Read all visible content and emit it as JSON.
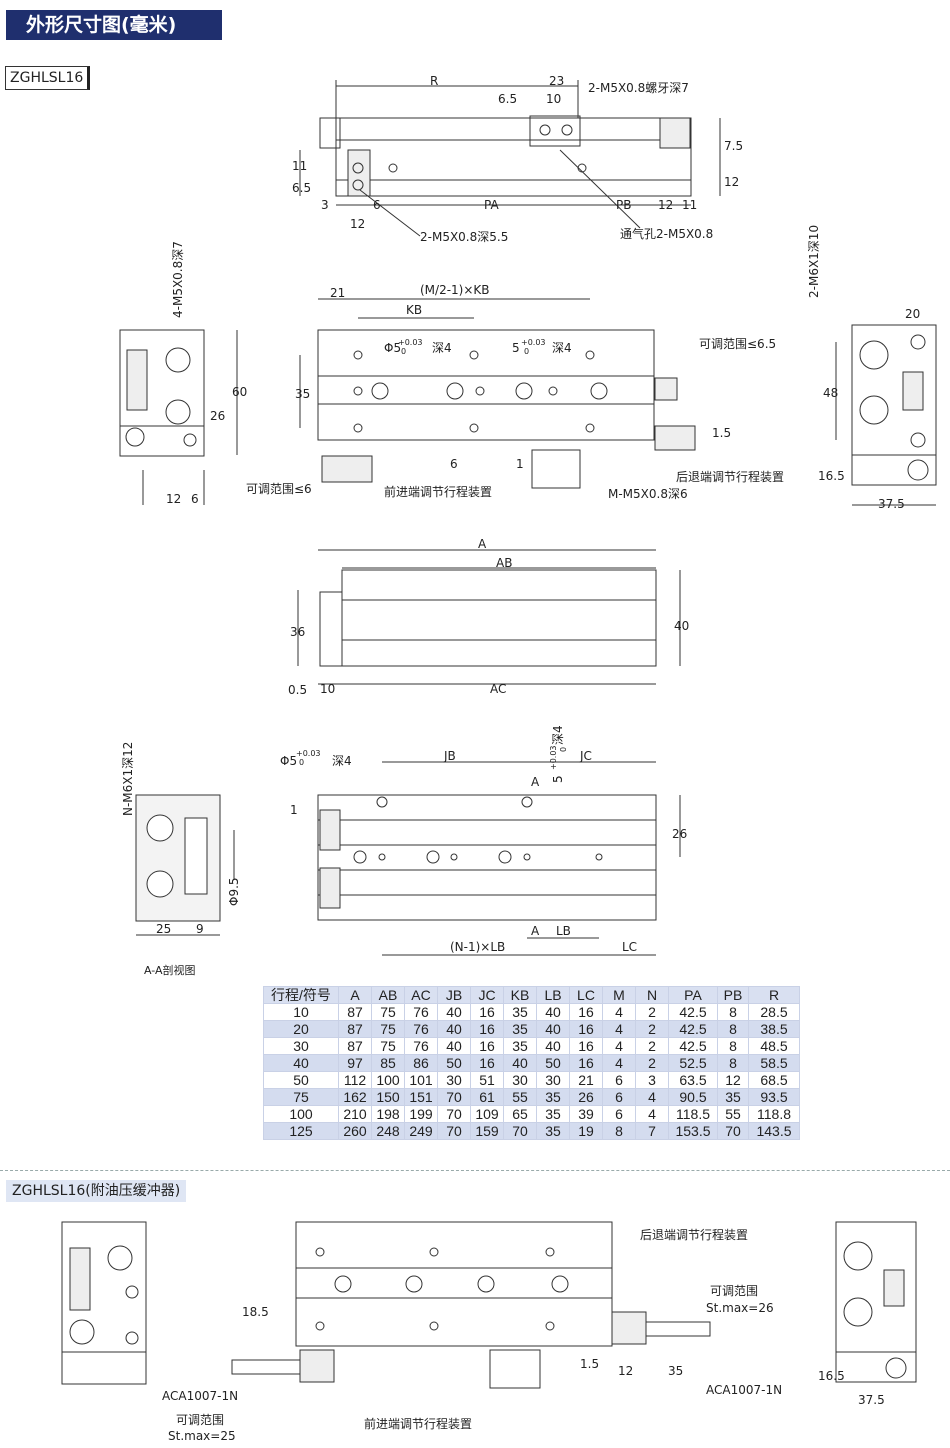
{
  "header": {
    "title": "外形尺寸图(毫米)",
    "model": "ZGHLSL16"
  },
  "section2": {
    "title": "ZGHLSL16(附油压缓冲器)"
  },
  "captions": {
    "section_aa": "A-A剖视图"
  },
  "labels": {
    "R": "R",
    "d23": "23",
    "d6_5": "6.5",
    "d10": "10",
    "screw_top": "2-M5X0.8螺牙深7",
    "d7_5": "7.5",
    "d12a": "12",
    "d11a": "11",
    "d6_5b": "6.5",
    "d3": "3",
    "d12b": "12",
    "d6a": "6",
    "PA": "PA",
    "PB": "PB",
    "d12c": "12",
    "d11b": "11",
    "screw_left": "2-M5X0.8深5.5",
    "vent": "通气孔2-M5X0.8",
    "d21": "21",
    "m_kb": "(M/2-1)×KB",
    "KB": "KB",
    "phi5_a": "Φ5",
    "tol_a": "+0.03",
    "tol0_a": "0",
    "deep4_a": "深4",
    "d5_b": "5",
    "tol_b": "+0.03",
    "tol0_b": "0",
    "deep4_b": "深4",
    "adj65": "可调范围≤6.5",
    "d35": "35",
    "d1_5": "1.5",
    "d6b": "6",
    "d1": "1",
    "rear_adj": "后退端调节行程装置",
    "m_m5": "M-M5X0.8深6",
    "front_adj": "前进端调节行程装置",
    "adj6": "可调范围≤6",
    "side_screw": "4-M5X0.8深7",
    "d60": "60",
    "d26a": "26",
    "d12d": "12",
    "d6c": "6",
    "right_screw": "2-M6X1深10",
    "d20": "20",
    "d48": "48",
    "d16_5": "16.5",
    "d37_5": "37.5",
    "A": "A",
    "AB": "AB",
    "d36": "36",
    "d40": "40",
    "d0_5": "0.5",
    "d10b": "10",
    "AC": "AC",
    "phi5_c": "Φ5",
    "tol_c": "+0.03",
    "tol0_c": "0",
    "deep4_c": "深4",
    "JB": "JB",
    "JC": "JC",
    "d5_c": "5",
    "tol_d": "+0.03",
    "tol0_d": "0",
    "deep4_d": "深4",
    "sec_a1": "A",
    "sec_a2": "A",
    "d26b": "26",
    "d1b": "1",
    "LB": "LB",
    "n_lb": "(N-1)×LB",
    "LC": "LC",
    "n_m6": "N-M6X1深12",
    "phi9_5": "Φ9.5",
    "d25": "25",
    "d9": "9",
    "s2_rear": "后退端调节行程装置",
    "s2_adj": "可调范围",
    "s2_st26": "St.max=26",
    "s2_18_5": "18.5",
    "s2_1_5": "1.5",
    "s2_12": "12",
    "s2_35": "35",
    "s2_aca_r": "ACA1007-1N",
    "s2_aca_l": "ACA1007-1N",
    "s2_adj2": "可调范围",
    "s2_st25": "St.max=25",
    "s2_front": "前进端调节行程装置",
    "s2_16_5": "16.5",
    "s2_37_5": "37.5"
  },
  "table": {
    "headers": [
      "行程/符号",
      "A",
      "AB",
      "AC",
      "JB",
      "JC",
      "KB",
      "LB",
      "LC",
      "M",
      "N",
      "PA",
      "PB",
      "R"
    ],
    "rows": [
      [
        "10",
        "87",
        "75",
        "76",
        "40",
        "16",
        "35",
        "40",
        "16",
        "4",
        "2",
        "42.5",
        "8",
        "28.5"
      ],
      [
        "20",
        "87",
        "75",
        "76",
        "40",
        "16",
        "35",
        "40",
        "16",
        "4",
        "2",
        "42.5",
        "8",
        "38.5"
      ],
      [
        "30",
        "87",
        "75",
        "76",
        "40",
        "16",
        "35",
        "40",
        "16",
        "4",
        "2",
        "42.5",
        "8",
        "48.5"
      ],
      [
        "40",
        "97",
        "85",
        "86",
        "50",
        "16",
        "40",
        "50",
        "16",
        "4",
        "2",
        "52.5",
        "8",
        "58.5"
      ],
      [
        "50",
        "112",
        "100",
        "101",
        "30",
        "51",
        "30",
        "30",
        "21",
        "6",
        "3",
        "63.5",
        "12",
        "68.5"
      ],
      [
        "75",
        "162",
        "150",
        "151",
        "70",
        "61",
        "55",
        "35",
        "26",
        "6",
        "4",
        "90.5",
        "35",
        "93.5"
      ],
      [
        "100",
        "210",
        "198",
        "199",
        "70",
        "109",
        "65",
        "35",
        "39",
        "6",
        "4",
        "118.5",
        "55",
        "118.8"
      ],
      [
        "125",
        "260",
        "248",
        "249",
        "70",
        "159",
        "70",
        "35",
        "19",
        "8",
        "7",
        "153.5",
        "70",
        "143.5"
      ]
    ]
  },
  "colors": {
    "title_bg": "#1f2f6e",
    "table_header": "#d9e0f1",
    "table_alt": "#d4dcef"
  }
}
